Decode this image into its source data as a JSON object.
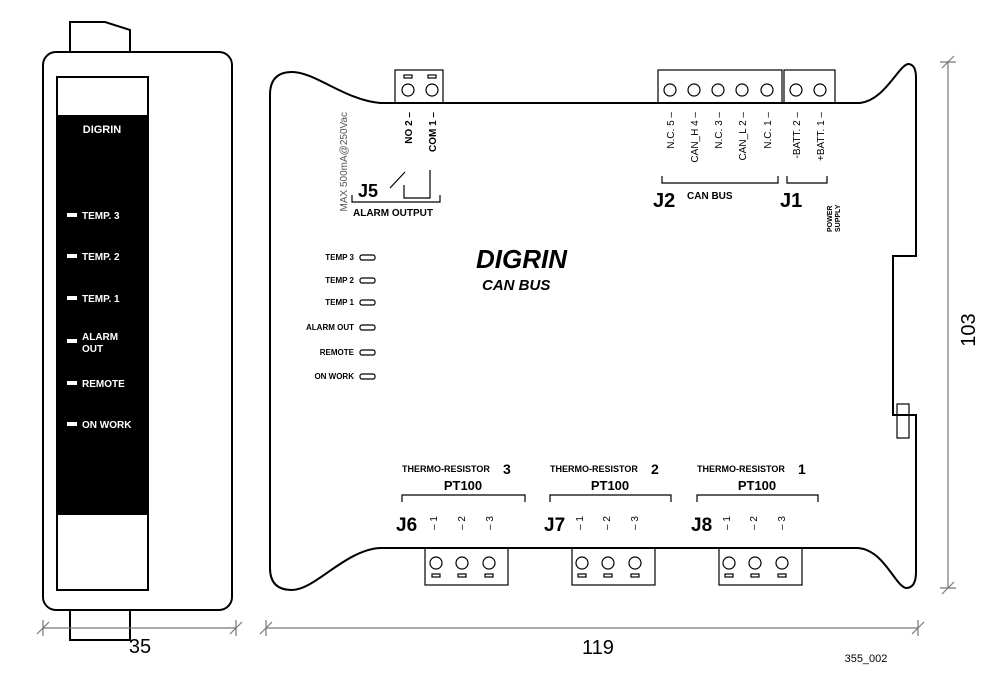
{
  "side_view": {
    "brand": "DIGRIN",
    "leds": [
      "TEMP. 3",
      "TEMP. 2",
      "TEMP. 1",
      "ALARM",
      "OUT",
      "REMOTE",
      "ON WORK"
    ],
    "width_dim": "35"
  },
  "front_view": {
    "title": "DIGRIN",
    "subtitle": "CAN BUS",
    "leds": [
      "TEMP 3",
      "TEMP 2",
      "TEMP 1",
      "ALARM OUT",
      "REMOTE",
      "ON WORK"
    ],
    "j5": {
      "name": "J5",
      "group": "ALARM OUTPUT",
      "rating": "MAX 500mA@250Vac",
      "pins": [
        "NO 2 –",
        "COM 1 –"
      ]
    },
    "j2": {
      "name": "J2",
      "group": "CAN BUS",
      "pins": [
        "N.C. 5 –",
        "CAN_H 4 –",
        "N.C. 3 –",
        "CAN_L 2 –",
        "N.C. 1 –"
      ]
    },
    "j1": {
      "name": "J1",
      "group_line1": "POWER",
      "group_line2": "SUPPLY",
      "pins": [
        "-BATT. 2 –",
        "+BATT. 1 –"
      ]
    },
    "j6": {
      "name": "J6",
      "label": "THERMO-RESISTOR",
      "num": "3",
      "type": "PT100",
      "pins": [
        "– 1",
        "– 2",
        "– 3"
      ]
    },
    "j7": {
      "name": "J7",
      "label": "THERMO-RESISTOR",
      "num": "2",
      "type": "PT100",
      "pins": [
        "– 1",
        "– 2",
        "– 3"
      ]
    },
    "j8": {
      "name": "J8",
      "label": "THERMO-RESISTOR",
      "num": "1",
      "type": "PT100",
      "pins": [
        "– 1",
        "– 2",
        "– 3"
      ]
    },
    "width_dim": "119",
    "height_dim": "103"
  },
  "figure_id": "355_002"
}
